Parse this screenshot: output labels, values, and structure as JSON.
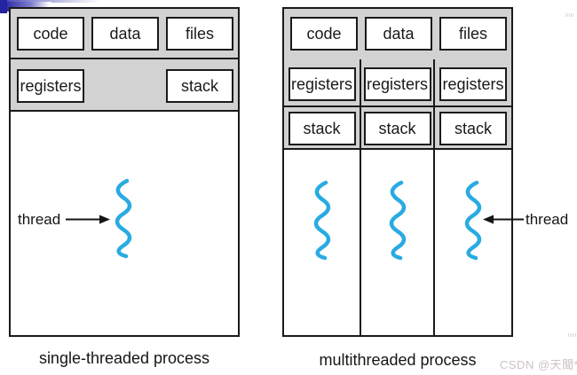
{
  "colors": {
    "panel_gray": "#d2d2d2",
    "border_black": "#1a1a1a",
    "thread_blue": "#29abe2",
    "header_navy": "#2424a2",
    "watermark_gray": "#cbc3c3",
    "background": "#ffffff"
  },
  "left_diagram": {
    "caption": "single-threaded process",
    "top_row": [
      "code",
      "data",
      "files"
    ],
    "middle_row": [
      "registers",
      "stack"
    ],
    "thread_label": "thread"
  },
  "right_diagram": {
    "caption": "multithreaded process",
    "top_row": [
      "code",
      "data",
      "files"
    ],
    "registers_labels": [
      "registers",
      "registers",
      "registers"
    ],
    "stack_labels": [
      "stack",
      "stack",
      "stack"
    ],
    "thread_label": "thread"
  },
  "watermark": "CSDN @天聞*"
}
